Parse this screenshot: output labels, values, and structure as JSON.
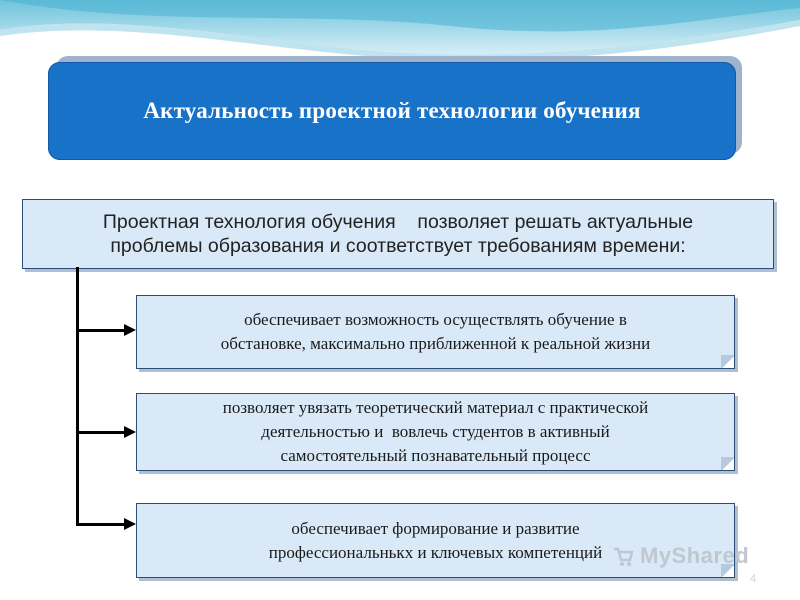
{
  "title": "Актуальность проектной технологии обучения",
  "intro": "Проектная технология обучения    позволяет решать актуальные\nпроблемы образования и соответствует требованиям времени:",
  "items": [
    "обеспечивает возможность осуществлять обучение в\nобстановке, максимально приближенной к реальной жизни",
    "позволяет увязать теоретический материал с практической\nдеятельностью и  вовлечь студентов в активный\nсамостоятельный познавательный процесс",
    "обеспечивает формирование и развитие\nпрофессиональнькх и ключевых компетенций"
  ],
  "watermark": "MyShared",
  "page_number": "4",
  "colors": {
    "title_bg": "#1872c8",
    "box_bg": "#d9e9f7",
    "box_border": "#2a4e78"
  }
}
